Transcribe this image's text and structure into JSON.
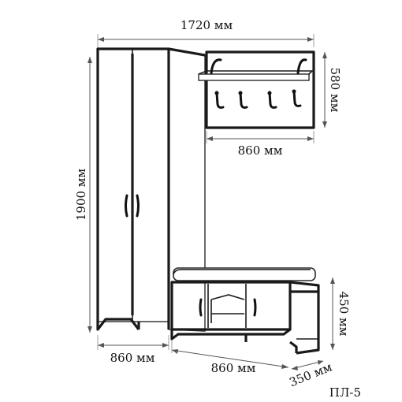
{
  "dimensions": {
    "total_width": "1720 мм",
    "hanger_height": "580 мм",
    "hanger_width": "860 мм",
    "wardrobe_height": "1900 мм",
    "wardrobe_width": "860 мм",
    "bench_width": "860 мм",
    "bench_depth": "350 мм",
    "bench_height": "450 мм"
  },
  "model_code": "ПЛ-5"
}
